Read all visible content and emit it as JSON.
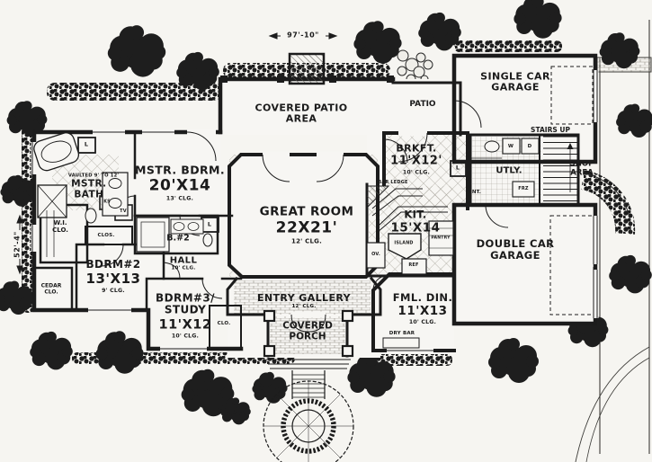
{
  "palette": {
    "paper": "#f6f5f1",
    "ink": "#1c1c1c"
  },
  "dimensions": {
    "width": "97'-10\"",
    "depth": "52'-4\""
  },
  "rooms": {
    "covered_patio": {
      "name": "COVERED PATIO AREA"
    },
    "patio": {
      "name": "PATIO"
    },
    "single_garage": {
      "name": "SINGLE CAR GARAGE"
    },
    "double_garage": {
      "name": "DOUBLE CAR GARAGE"
    },
    "shop": {
      "name": "SHOP AREA"
    },
    "utility": {
      "name": "UTLY."
    },
    "brkft": {
      "name": "BRKFT.",
      "size": "11'X12'",
      "clg": "10' CLG."
    },
    "mstr_bdrm": {
      "name": "MSTR. BDRM.",
      "size": "20'X14",
      "clg": "13' CLG."
    },
    "mstr_bath": {
      "name": "MSTR. BATH",
      "vault": "VAULTED 9' TO 12'"
    },
    "wi_clo": {
      "name": "W.I. CLO."
    },
    "great_room": {
      "name": "GREAT ROOM",
      "size": "22X21'",
      "clg": "12' CLG."
    },
    "kitchen": {
      "name": "KIT.",
      "size": "15'X14"
    },
    "bdrm2": {
      "name": "BDRM#2",
      "size": "13'X13",
      "clg": "9' CLG."
    },
    "hall": {
      "name": "HALL",
      "clg": "10' CLG."
    },
    "bath2": {
      "name": "B.#2"
    },
    "bdrm3": {
      "name": "BDRM#3/ STUDY",
      "size": "11'X12",
      "clg": "10' CLG."
    },
    "entry": {
      "name": "ENTRY GALLERY",
      "clg": "12' CLG."
    },
    "porch": {
      "name": "COVERED PORCH"
    },
    "fml_din": {
      "name": "FML. DIN.",
      "size": "11'X13",
      "clg": "10' CLG."
    },
    "cedar_clo": {
      "name": "CEDAR CLO."
    },
    "clos": {
      "name": "CLOS."
    },
    "clo": {
      "name": "CLO."
    }
  },
  "labels": {
    "stairs_up": "STAIRS UP",
    "washer": "W",
    "dryer": "D",
    "freezer": "FRZ",
    "linen": "L",
    "tv": "TV",
    "ks": "KS",
    "ref": "REF",
    "oven": "OV.",
    "island": "ISLAND",
    "pantry": "PANTRY",
    "bar_ledge": "BAR LEDGE",
    "dry_bar": "DRY BAR",
    "ent": "ENT."
  }
}
